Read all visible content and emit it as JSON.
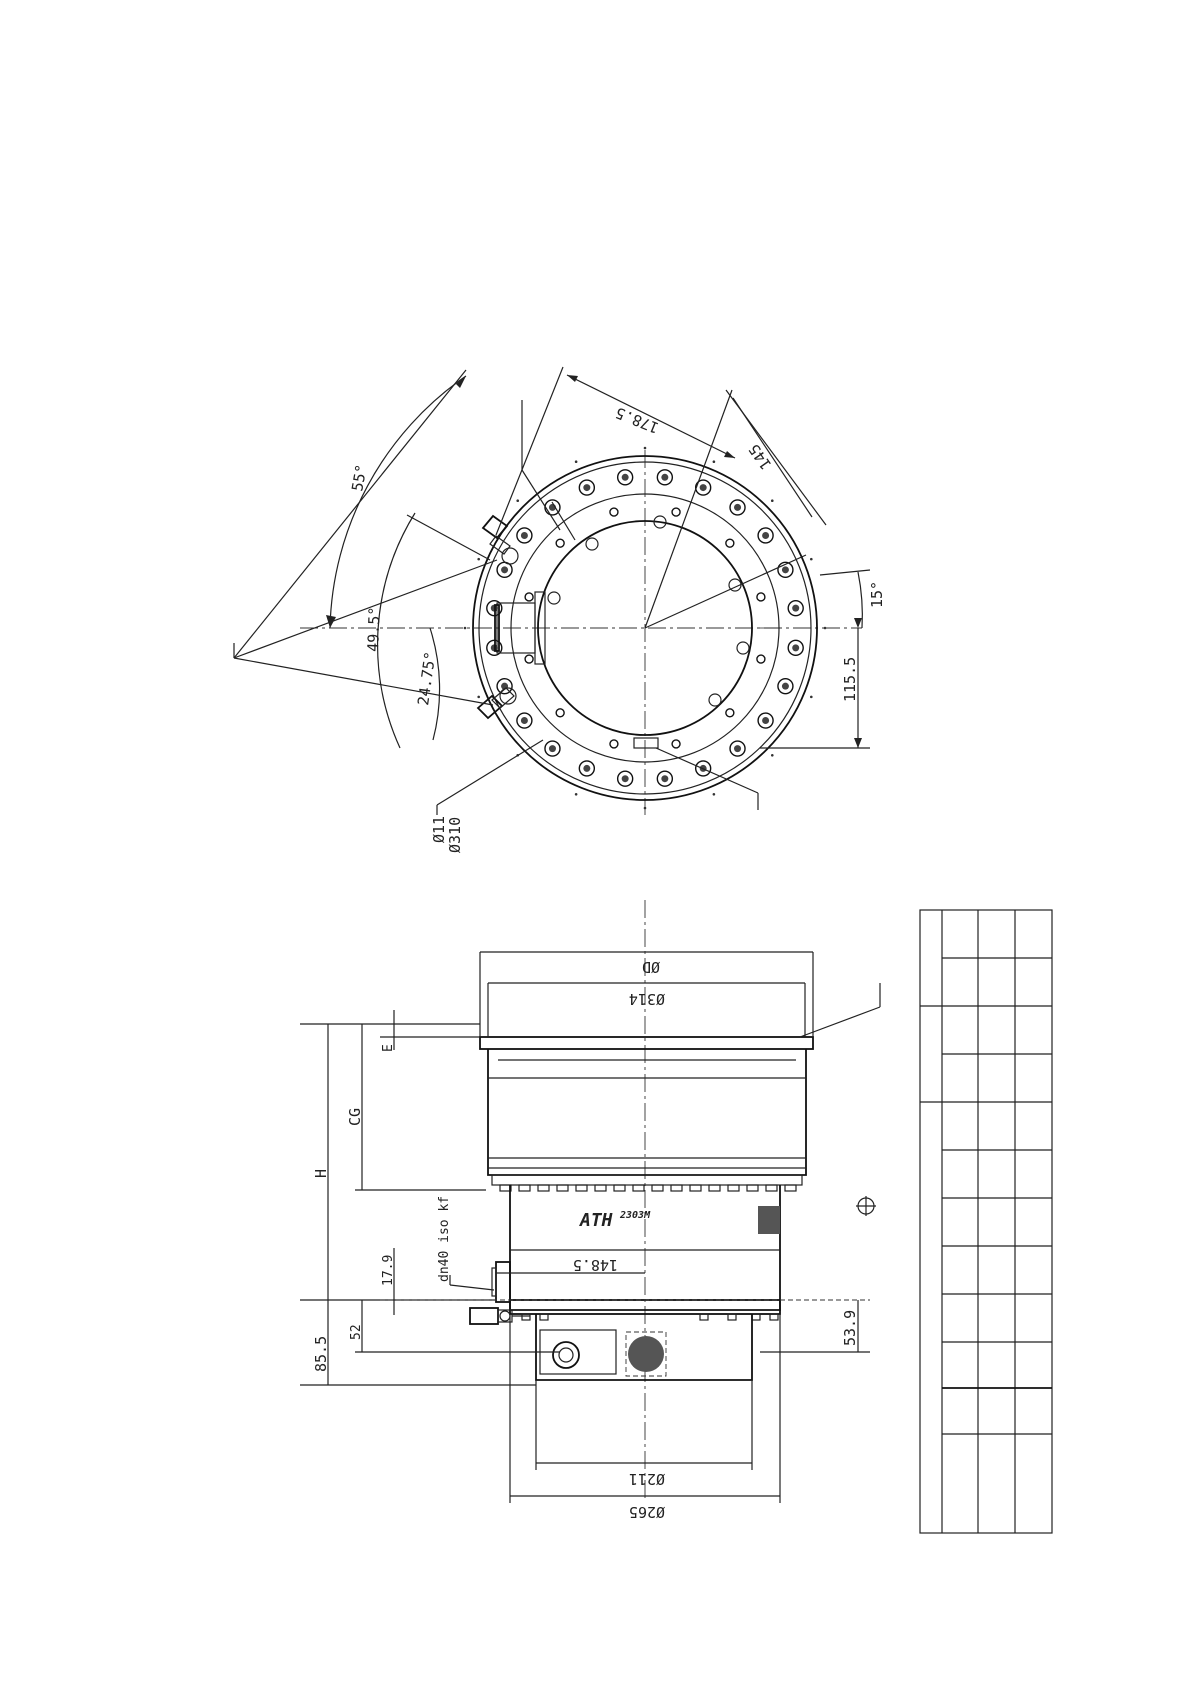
{
  "top_view": {
    "angle_55": "55°",
    "angle_49_5": "49.5°",
    "angle_24_75": "24.75°",
    "angle_15": "15°",
    "dim_178_5": "178.5",
    "dim_145": "145",
    "dim_115_5": "115.5",
    "hole_dia": "Ø11",
    "pcd": "Ø310"
  },
  "side_view": {
    "od": "ØD",
    "d314": "Ø314",
    "e": "E",
    "cg": "CG",
    "h": "H",
    "port_label": "dn40 iso kf",
    "dim_17_9": "17.9",
    "dim_52": "52",
    "dim_85_5": "85.5",
    "dim_148_5": "148.5",
    "dim_53_9": "53.9",
    "d211": "Ø211",
    "d265": "Ø265",
    "model_brand": "ATH",
    "model_number": "2303M"
  }
}
